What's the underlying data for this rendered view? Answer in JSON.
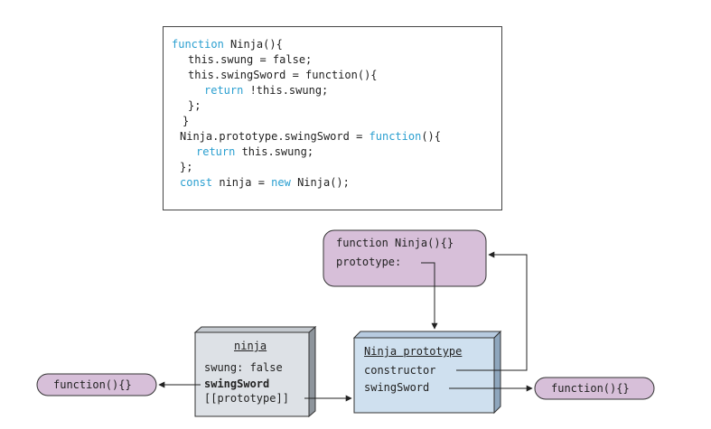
{
  "code": {
    "line1_kw": "function",
    "line1_rest": " Ninja(){",
    "line2": "this.swung = false;",
    "line3_a": "this.swingSword = ",
    "line3_kw": "function",
    "line3_b": "(){",
    "line4_kw": "return",
    "line4_rest": " !this.swung;",
    "line5": "};",
    "line6": "}",
    "line7_a": "Ninja.prototype.swingSword = ",
    "line7_kw": "function",
    "line7_b": "(){",
    "line8_kw": "return",
    "line8_rest": " this.swung;",
    "line9": "};",
    "line10_kw1": "const",
    "line10_a": " ninja = ",
    "line10_kw2": "new",
    "line10_b": " Ninja();"
  },
  "diagram": {
    "ninja_fn": {
      "line1": "function Ninja(){}",
      "line2": "prototype:"
    },
    "ninja_obj": {
      "title": "ninja",
      "prop1": "swung: false",
      "prop2": "swingSword",
      "prop3": "[[prototype]]"
    },
    "proto_obj": {
      "title": "Ninja prototype",
      "prop1": "constructor",
      "prop2": "swingSword"
    },
    "left_fn": "function(){}",
    "right_fn": "function(){}"
  },
  "colors": {
    "lavender": "#d7bfd9",
    "slate": "#dde1e6",
    "light_blue": "#cfe0ef",
    "keyword_blue": "#2a9fd0"
  }
}
